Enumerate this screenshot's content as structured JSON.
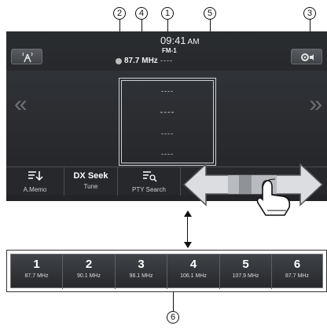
{
  "callouts": [
    "1",
    "2",
    "3",
    "4",
    "5",
    "6"
  ],
  "status": {
    "time": "09:41",
    "ampm": "AM",
    "band": "FM-1",
    "frequency": "87.7 MHz",
    "ps_name": "----"
  },
  "info_lines": [
    "----",
    "----",
    "----",
    "----"
  ],
  "bottom_bar": {
    "amemo_label": "A.Memo",
    "dx_seek_label": "DX Seek",
    "tune_label": "Tune",
    "pty_search_label": "PTY Search"
  },
  "presets": [
    {
      "number": "1",
      "freq": "87.7 MHz"
    },
    {
      "number": "2",
      "freq": "90.1 MHz"
    },
    {
      "number": "3",
      "freq": "98.1 MHz"
    },
    {
      "number": "4",
      "freq": "106.1 MHz"
    },
    {
      "number": "5",
      "freq": "107.9 MHz"
    },
    {
      "number": "6",
      "freq": "87.7 MHz"
    }
  ],
  "icons": [
    "antenna-icon",
    "settings-speaker-icon",
    "left-chevron-icon",
    "right-chevron-icon",
    "memo-icon",
    "pty-search-icon",
    "swipe-hand-icon",
    "double-arrow-icon"
  ]
}
